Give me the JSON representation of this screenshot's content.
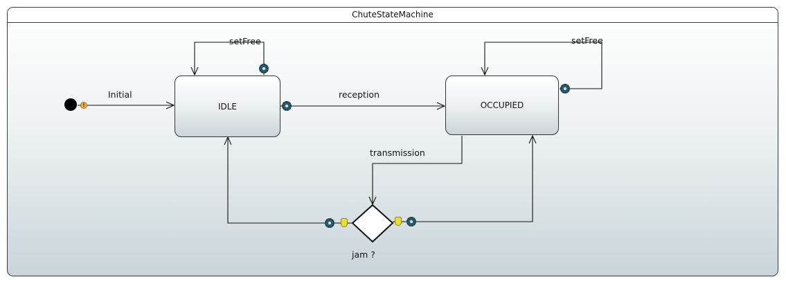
{
  "machine": {
    "title": "ChuteStateMachine"
  },
  "states": {
    "idle": "IDLE",
    "occupied": "OCCUPIED"
  },
  "choice": {
    "label": "jam ?"
  },
  "transitions": {
    "initial": "Initial",
    "reception": "reception",
    "transmission": "transmission",
    "idle_self": "setFree",
    "occupied_self": "setFree"
  },
  "icons": {
    "initial_marker": "warning-icon",
    "effect": "gear-icon",
    "guard": "shield-icon"
  },
  "colors": {
    "frame_border": "#3a3a3a",
    "gear": "#2e5b6b",
    "guard": "#e8e02a",
    "warning": "#f0b23a"
  }
}
